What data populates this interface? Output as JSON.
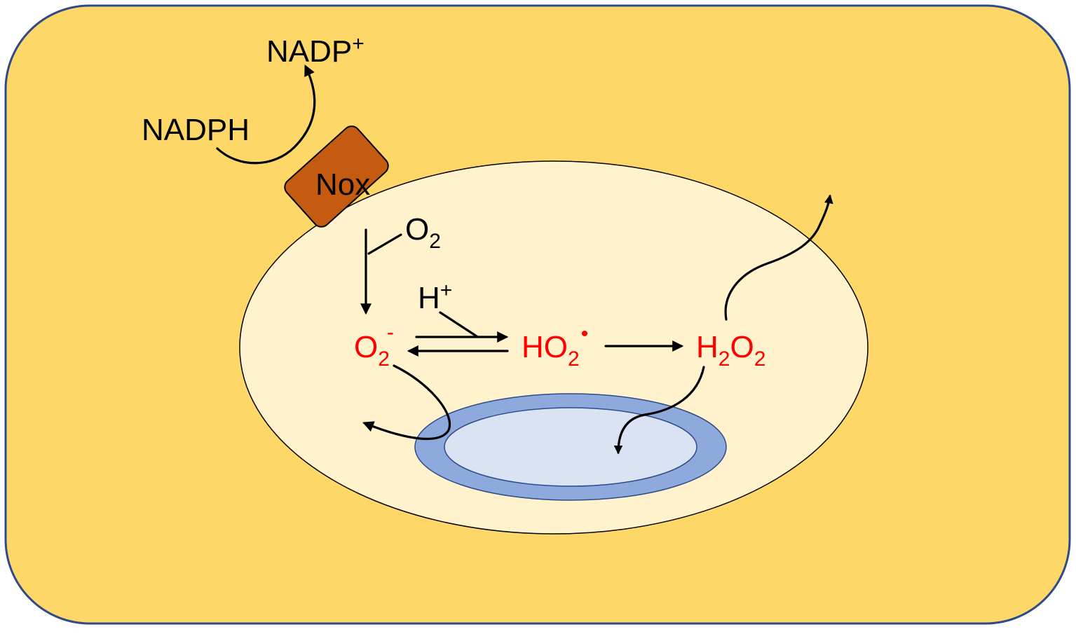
{
  "labels": {
    "nadp_plus": {
      "base": "NADP",
      "sup": "+"
    },
    "nadph": "NADPH",
    "nox": "Nox",
    "o2": {
      "base": "O",
      "sub": "2"
    },
    "h_plus": {
      "base": "H",
      "sup": "+"
    },
    "superoxide": {
      "base": "O",
      "sub": "2",
      "sup": "-"
    },
    "hydroperoxyl": {
      "base": "HO",
      "sub": "2",
      "radical": "•"
    },
    "h2o2": {
      "h": "H",
      "sub1": "2",
      "o": "O",
      "sub2": "2"
    }
  },
  "colors": {
    "outer_fill": "#fdd868",
    "outer_border": "#2f4a8a",
    "cell_fill": "#fff2cc",
    "vacuole_ring": "#8ea9db",
    "vacuole_inner": "#dae3f3",
    "nox_fill": "#c55a11",
    "species_red": "#ff0000",
    "text": "#000000"
  }
}
